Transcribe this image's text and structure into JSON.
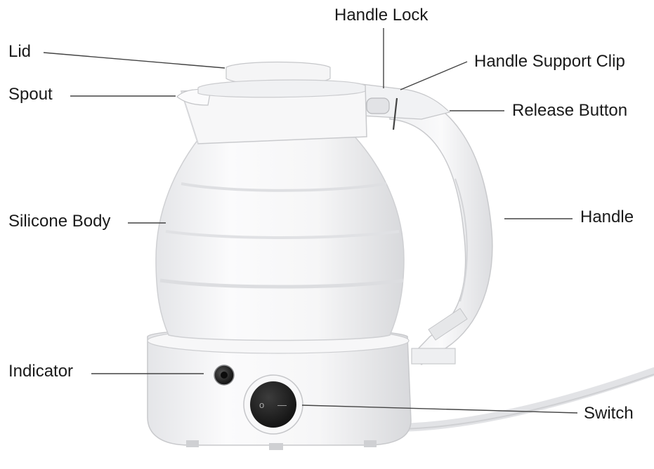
{
  "labels": {
    "lid": "Lid",
    "spout": "Spout",
    "silicone_body": "Silicone Body",
    "indicator": "Indicator",
    "handle_lock": "Handle Lock",
    "handle_support_clip": "Handle Support Clip",
    "release_button": "Release Button",
    "handle": "Handle",
    "switch": "Switch"
  },
  "switch_symbols": {
    "off": "o",
    "on": "—"
  },
  "colors": {
    "body": "#f4f4f5",
    "shadow": "#d9dadd",
    "switch": "#1c1c1c",
    "indicator": "#222222",
    "leader_line": "#444444"
  }
}
